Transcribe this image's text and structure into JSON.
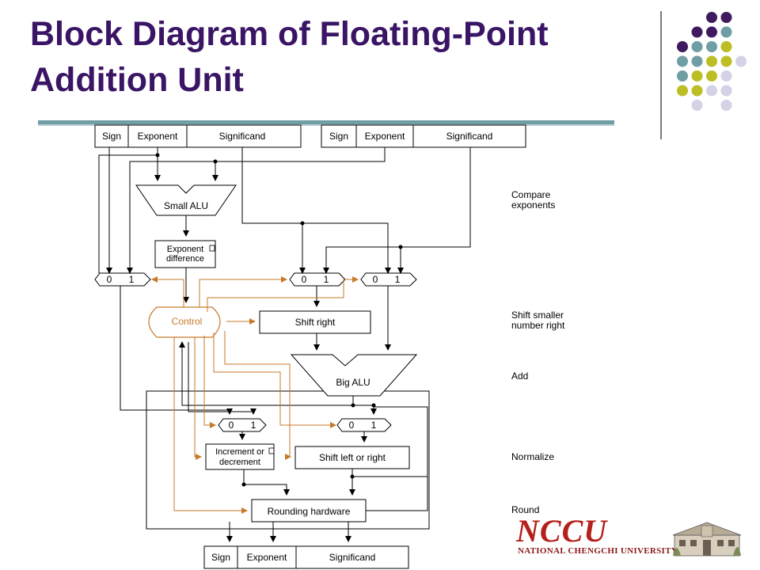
{
  "title": "Block Diagram of Floating-Point Addition Unit",
  "colors": {
    "title": "#3a1565",
    "rule": "#6f9ea4",
    "control": "#c77a2a",
    "purple_dot": "#3f1a5e",
    "teal_dot": "#6f9ea4",
    "olive_dot": "#bdbd25",
    "lavender_dot": "#d3d2e6"
  },
  "inputs": [
    {
      "sign": "Sign",
      "exponent": "Exponent",
      "significand": "Significand"
    },
    {
      "sign": "Sign",
      "exponent": "Exponent",
      "significand": "Significand"
    }
  ],
  "output": {
    "sign": "Sign",
    "exponent": "Exponent",
    "significand": "Significand"
  },
  "blocks": {
    "small_alu": "Small ALU",
    "exponent_difference": [
      "Exponent",
      "difference"
    ],
    "control": "Control",
    "shift_right": "Shift right",
    "big_alu": "Big ALU",
    "increment": [
      "Increment or",
      "decrement"
    ],
    "shift_left_right": "Shift left or right",
    "rounding": "Rounding hardware"
  },
  "mux_labels": {
    "zero": "0",
    "one": "1"
  },
  "steps": [
    {
      "label": "Compare\nexponents"
    },
    {
      "label": "Shift smaller\nnumber right"
    },
    {
      "label": "Add"
    },
    {
      "label": "Normalize"
    },
    {
      "label": "Round"
    }
  ],
  "logo": {
    "script": "NCCU",
    "text": "NATIONAL CHENGCHI UNIVERSITY"
  }
}
